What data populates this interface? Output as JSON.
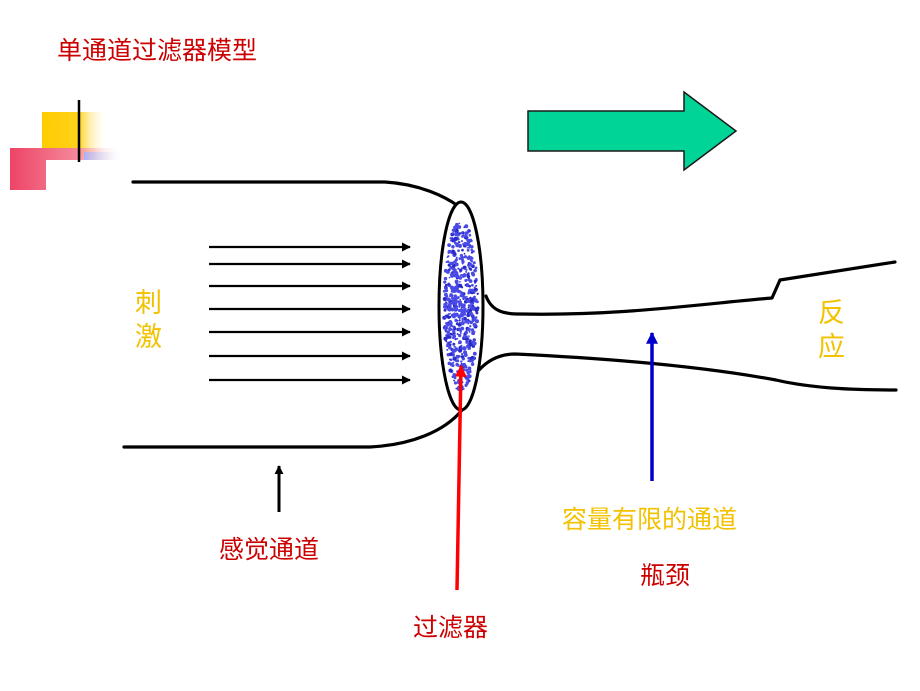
{
  "title": "单通道过滤器模型",
  "labels": {
    "stimulus": "刺激",
    "response": "反应",
    "sensory_channel": "感觉通道",
    "filter": "过滤器",
    "limited_channel": "容量有限的通道",
    "bottleneck": "瓶颈"
  },
  "colors": {
    "title": "#cc0000",
    "stimulus_text": "#f2c200",
    "response_text": "#f2c200",
    "sensory_label": "#cc0000",
    "filter_label": "#cc0000",
    "filter_arrow": "#ff0000",
    "channel_arrow": "#0000cc",
    "direction_arrow_fill": "#00d496",
    "filter_texture": "#4a4ae6",
    "deco_yellow": "#ffcc00",
    "deco_pink": "#ee4466",
    "outline": "#000000"
  },
  "icons": {
    "direction_arrow": "right-arrow-icon",
    "decoration": "corner-squares-icon"
  }
}
